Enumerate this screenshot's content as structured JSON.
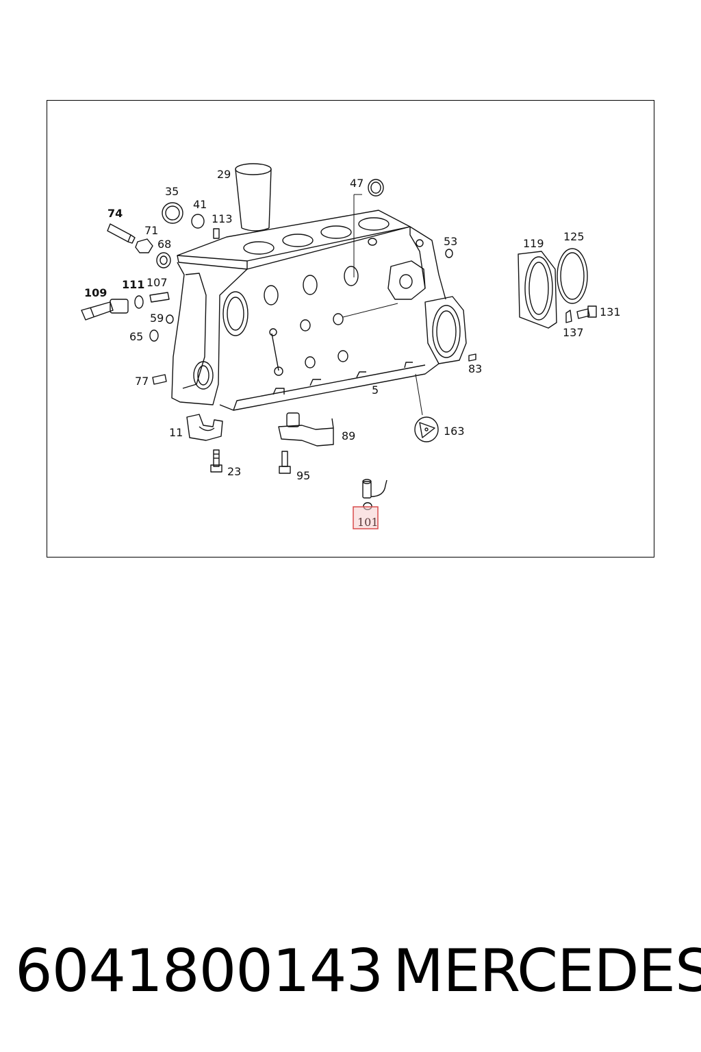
{
  "part_number": "6041800143",
  "brand": "MERCEDES",
  "highlighted_label": "101",
  "callouts": [
    {
      "id": "29",
      "text": "29",
      "bold": false
    },
    {
      "id": "47",
      "text": "47",
      "bold": false
    },
    {
      "id": "35",
      "text": "35",
      "bold": false
    },
    {
      "id": "41",
      "text": "41",
      "bold": false
    },
    {
      "id": "113",
      "text": "113",
      "bold": false
    },
    {
      "id": "74",
      "text": "74",
      "bold": true
    },
    {
      "id": "71",
      "text": "71",
      "bold": false
    },
    {
      "id": "68",
      "text": "68",
      "bold": false
    },
    {
      "id": "53",
      "text": "53",
      "bold": false
    },
    {
      "id": "119",
      "text": "119",
      "bold": false
    },
    {
      "id": "125",
      "text": "125",
      "bold": false
    },
    {
      "id": "109",
      "text": "109",
      "bold": true
    },
    {
      "id": "111",
      "text": "111",
      "bold": true
    },
    {
      "id": "107",
      "text": "107",
      "bold": false
    },
    {
      "id": "59",
      "text": "59",
      "bold": false
    },
    {
      "id": "65",
      "text": "65",
      "bold": false
    },
    {
      "id": "131",
      "text": "131",
      "bold": false
    },
    {
      "id": "137",
      "text": "137",
      "bold": false
    },
    {
      "id": "83",
      "text": "83",
      "bold": false
    },
    {
      "id": "77",
      "text": "77",
      "bold": false
    },
    {
      "id": "5",
      "text": "5",
      "bold": false
    },
    {
      "id": "11",
      "text": "11",
      "bold": false
    },
    {
      "id": "89",
      "text": "89",
      "bold": false
    },
    {
      "id": "163",
      "text": "163",
      "bold": false
    },
    {
      "id": "23",
      "text": "23",
      "bold": false
    },
    {
      "id": "95",
      "text": "95",
      "bold": false
    }
  ]
}
